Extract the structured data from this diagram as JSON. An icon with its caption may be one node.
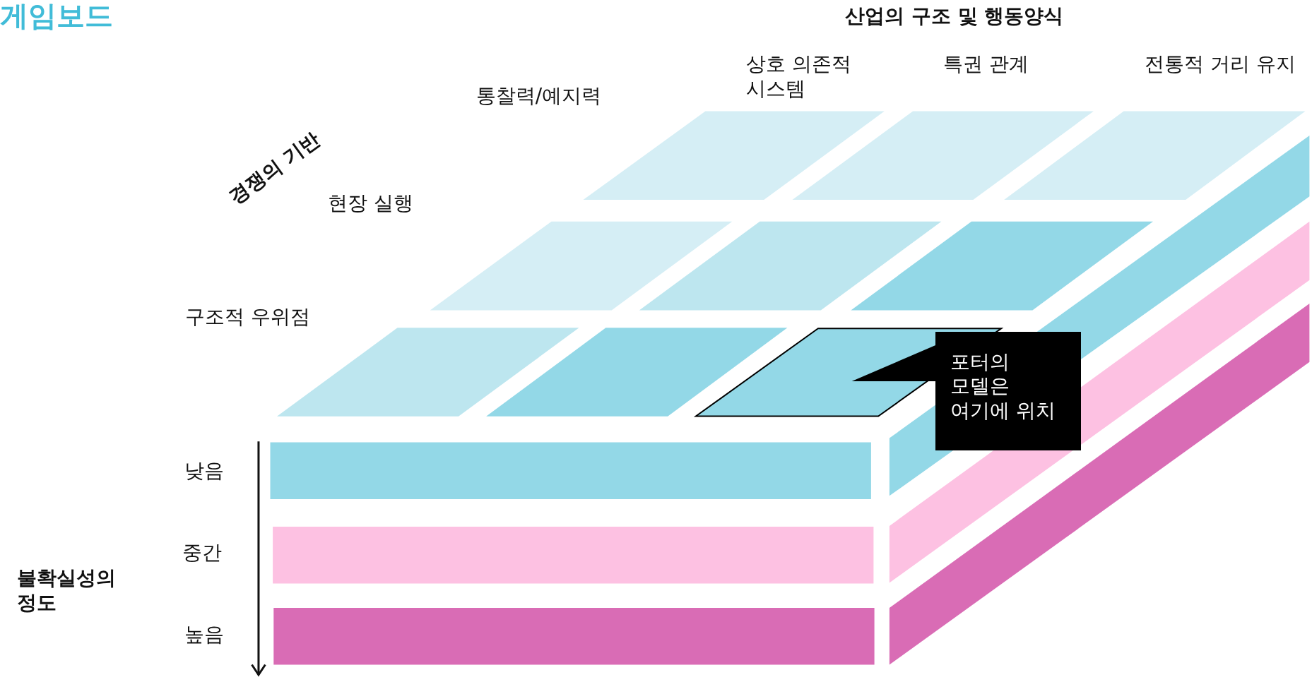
{
  "diagram": {
    "title": "게임보드",
    "nodes": [
      {
        "text": [
          "포터의 모델은 여기에 위치"
        ]
      },
      {
        "text": [],
        "shape": "parallelogram"
      }
    ],
    "edges": [
      {
        "from": 0,
        "to": 1,
        "arrow": "none"
      }
    ],
    "labels": [
      "산업의 구조 및 행동양식",
      "상호 의존적 시스템",
      "특권 관계",
      "전통적 거리 유지",
      "통찰력/예지력",
      "경쟁의 기반",
      "현장 실행",
      "구조적 우위점",
      "낮음",
      "중간",
      "높음",
      "불확실성의 정도"
    ]
  }
}
